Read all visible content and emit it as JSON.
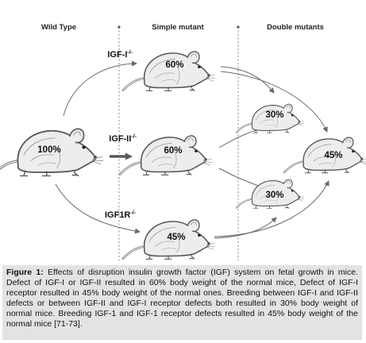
{
  "columns": {
    "wild_type": "Wild Type",
    "simple_mutant": "Simple mutant",
    "double_mutants": "Double mutants"
  },
  "genes": {
    "igf1": {
      "name": "IGF-I",
      "sup": "-/-"
    },
    "igf2": {
      "name": "IGF-II",
      "sup": "-/-"
    },
    "igf1r": {
      "name": "IGF1R",
      "sup": "-/-"
    }
  },
  "percentages": {
    "wild": "100%",
    "igf1": "60%",
    "igf2": "60%",
    "igf1r": "45%",
    "double_top": "30%",
    "double_bottom": "30%",
    "double_final": "45%"
  },
  "caption": {
    "label": "Figure 1:",
    "text": " Effects of disruption insulin growth factor (IGF) system on fetal growth in mice. Defect of IGF-I or IGF-II resulted in 60% body weight of the normal mice, Defect of IGF-I receptor resulted in 45% body weight of the normal ones. Breeding between IGF-I and IGF-II defects or between IGF-II and IGF-I receptor defects both resulted in 30% body weight of normal mice. Breeding IGF-1 and IGF-1 receptor defects resulted in 45% body weight of the normal mice [71-73]."
  },
  "colors": {
    "mouse_fill": "#ededed",
    "mouse_stroke": "#555555",
    "arrow": "#6a6a6a",
    "thick_arrow": "#5a5a5a",
    "caption_bg": "#e3e3e3"
  }
}
